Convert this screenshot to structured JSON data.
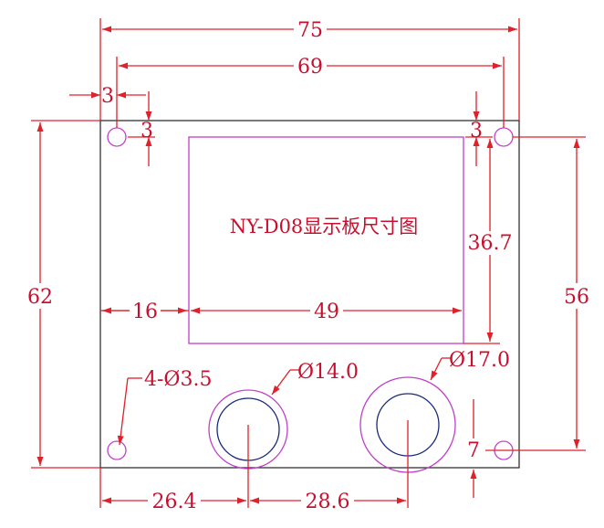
{
  "drawing": {
    "title": "NY-D08显示板尺寸图",
    "dimensions": {
      "overall_width": "75",
      "hole_spacing_width": "69",
      "hole_edge_offset_x": "3",
      "hole_edge_offset_y_left": "3",
      "hole_edge_offset_y_right": "3",
      "overall_height": "62",
      "display_height": "36.7",
      "hole_spacing_height": "56",
      "display_left_offset": "16",
      "display_width": "49",
      "mounting_holes": "4-Ø3.5",
      "small_knob_diameter": "Ø14.0",
      "large_knob_diameter": "Ø17.0",
      "bottom_hole_offset": "7",
      "knob1_x": "26.4",
      "knob_spacing": "28.6"
    },
    "colors": {
      "dimension": "#e0202a",
      "outline": "#222222",
      "display": "#c040c8",
      "knob_inner": "#1a2a7a"
    }
  }
}
